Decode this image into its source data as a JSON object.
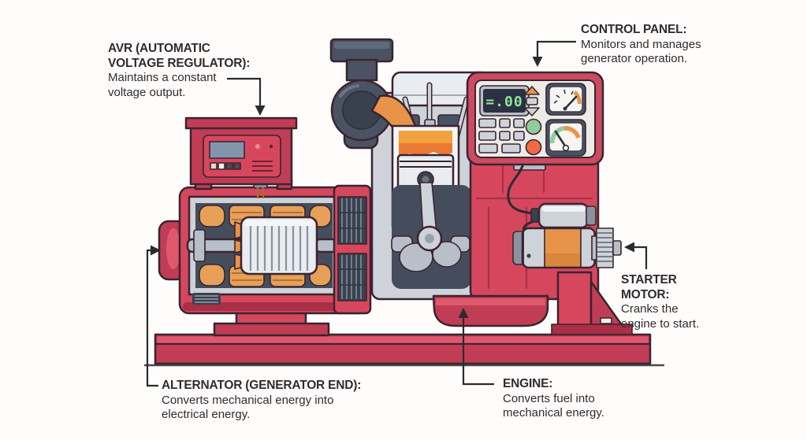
{
  "diagram": {
    "subject": "generator-cutaway-diagram",
    "labels": {
      "avr": {
        "title_line1": "AVR (AUTOMATIC",
        "title_line2": "VOLTAGE REGULATOR):",
        "desc_line1": "Maintains a constant",
        "desc_line2": "voltage output."
      },
      "control_panel": {
        "title": "CONTROL PANEL:",
        "desc_line1": "Monitors and manages",
        "desc_line2": "generator operation."
      },
      "starter_motor": {
        "title_line1": "STARTER",
        "title_line2": "MOTOR:",
        "desc_line1": "Cranks the",
        "desc_line2": "engine to start."
      },
      "engine": {
        "title": "ENGINE:",
        "desc_line1": "Converts fuel into",
        "desc_line2": "mechanical energy."
      },
      "alternator": {
        "title": "ALTERNATOR (GENERATOR END):",
        "desc_line1": "Converts mechanical energy into",
        "desc_line2": "electrical energy."
      }
    },
    "control_panel_display": {
      "value": "=.00"
    },
    "colors": {
      "machine_red": "#d6475e",
      "machine_red_dark": "#c13c55",
      "outline_ink": "#3a2430",
      "copper_winding": "#e6a058",
      "steel": "#ced3da",
      "dark_slate": "#4a5263",
      "panel_face": "#edebe6",
      "display_green": "#8ee69b",
      "accent_orange": "#e8934a",
      "gauge_green": "#8fce9a",
      "stop_button_red": "#ef6a45"
    }
  }
}
